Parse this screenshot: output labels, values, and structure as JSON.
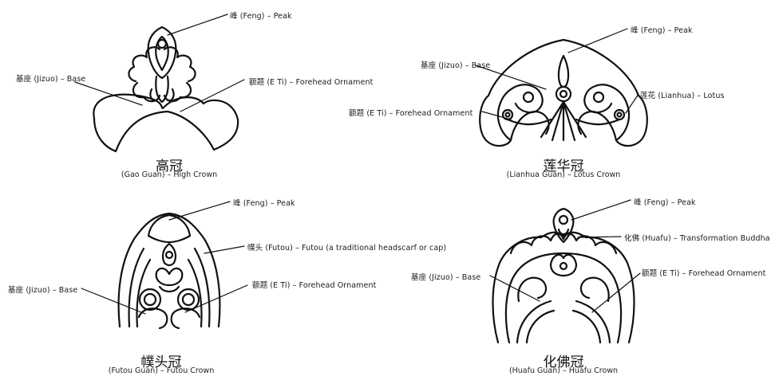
{
  "crowns": [
    {
      "title": "高冠",
      "subtitle": "(Gao Guan) – High Crown",
      "labels": {
        "peak": "峰 (Feng) – Peak",
        "base": "基座 (Jizuo) – Base",
        "forehead": "额题 (E Ti) – Forehead Ornament"
      }
    },
    {
      "title": "莲华冠",
      "subtitle": "(Lianhua Guan) – Lotus Crown",
      "labels": {
        "peak": "峰 (Feng) – Peak",
        "base": "基座 (Jizuo) – Base",
        "lotus": "莲花 (Lianhua) – Lotus",
        "forehead": "额题 (E Ti) – Forehead Ornament"
      }
    },
    {
      "title": "幞头冠",
      "subtitle": "(Futou Guan) – Futou Crown",
      "labels": {
        "peak": "峰 (Feng) – Peak",
        "futou": "幞头 (Futou) – Futou (a traditional headscarf or cap)",
        "base": "基座 (Jizuo) – Base",
        "forehead": "额题 (E Ti) – Forehead Ornament"
      }
    },
    {
      "title": "化佛冠",
      "subtitle": "(Huafu Guan) – Huafu Crown",
      "labels": {
        "peak": "峰 (Feng) – Peak",
        "buddha": "化佛 (Huafu) – Transformation Buddha",
        "base": "基座 (Jizuo) – Base",
        "forehead": "额题 (E Ti) – Forehead Ornament"
      }
    }
  ]
}
